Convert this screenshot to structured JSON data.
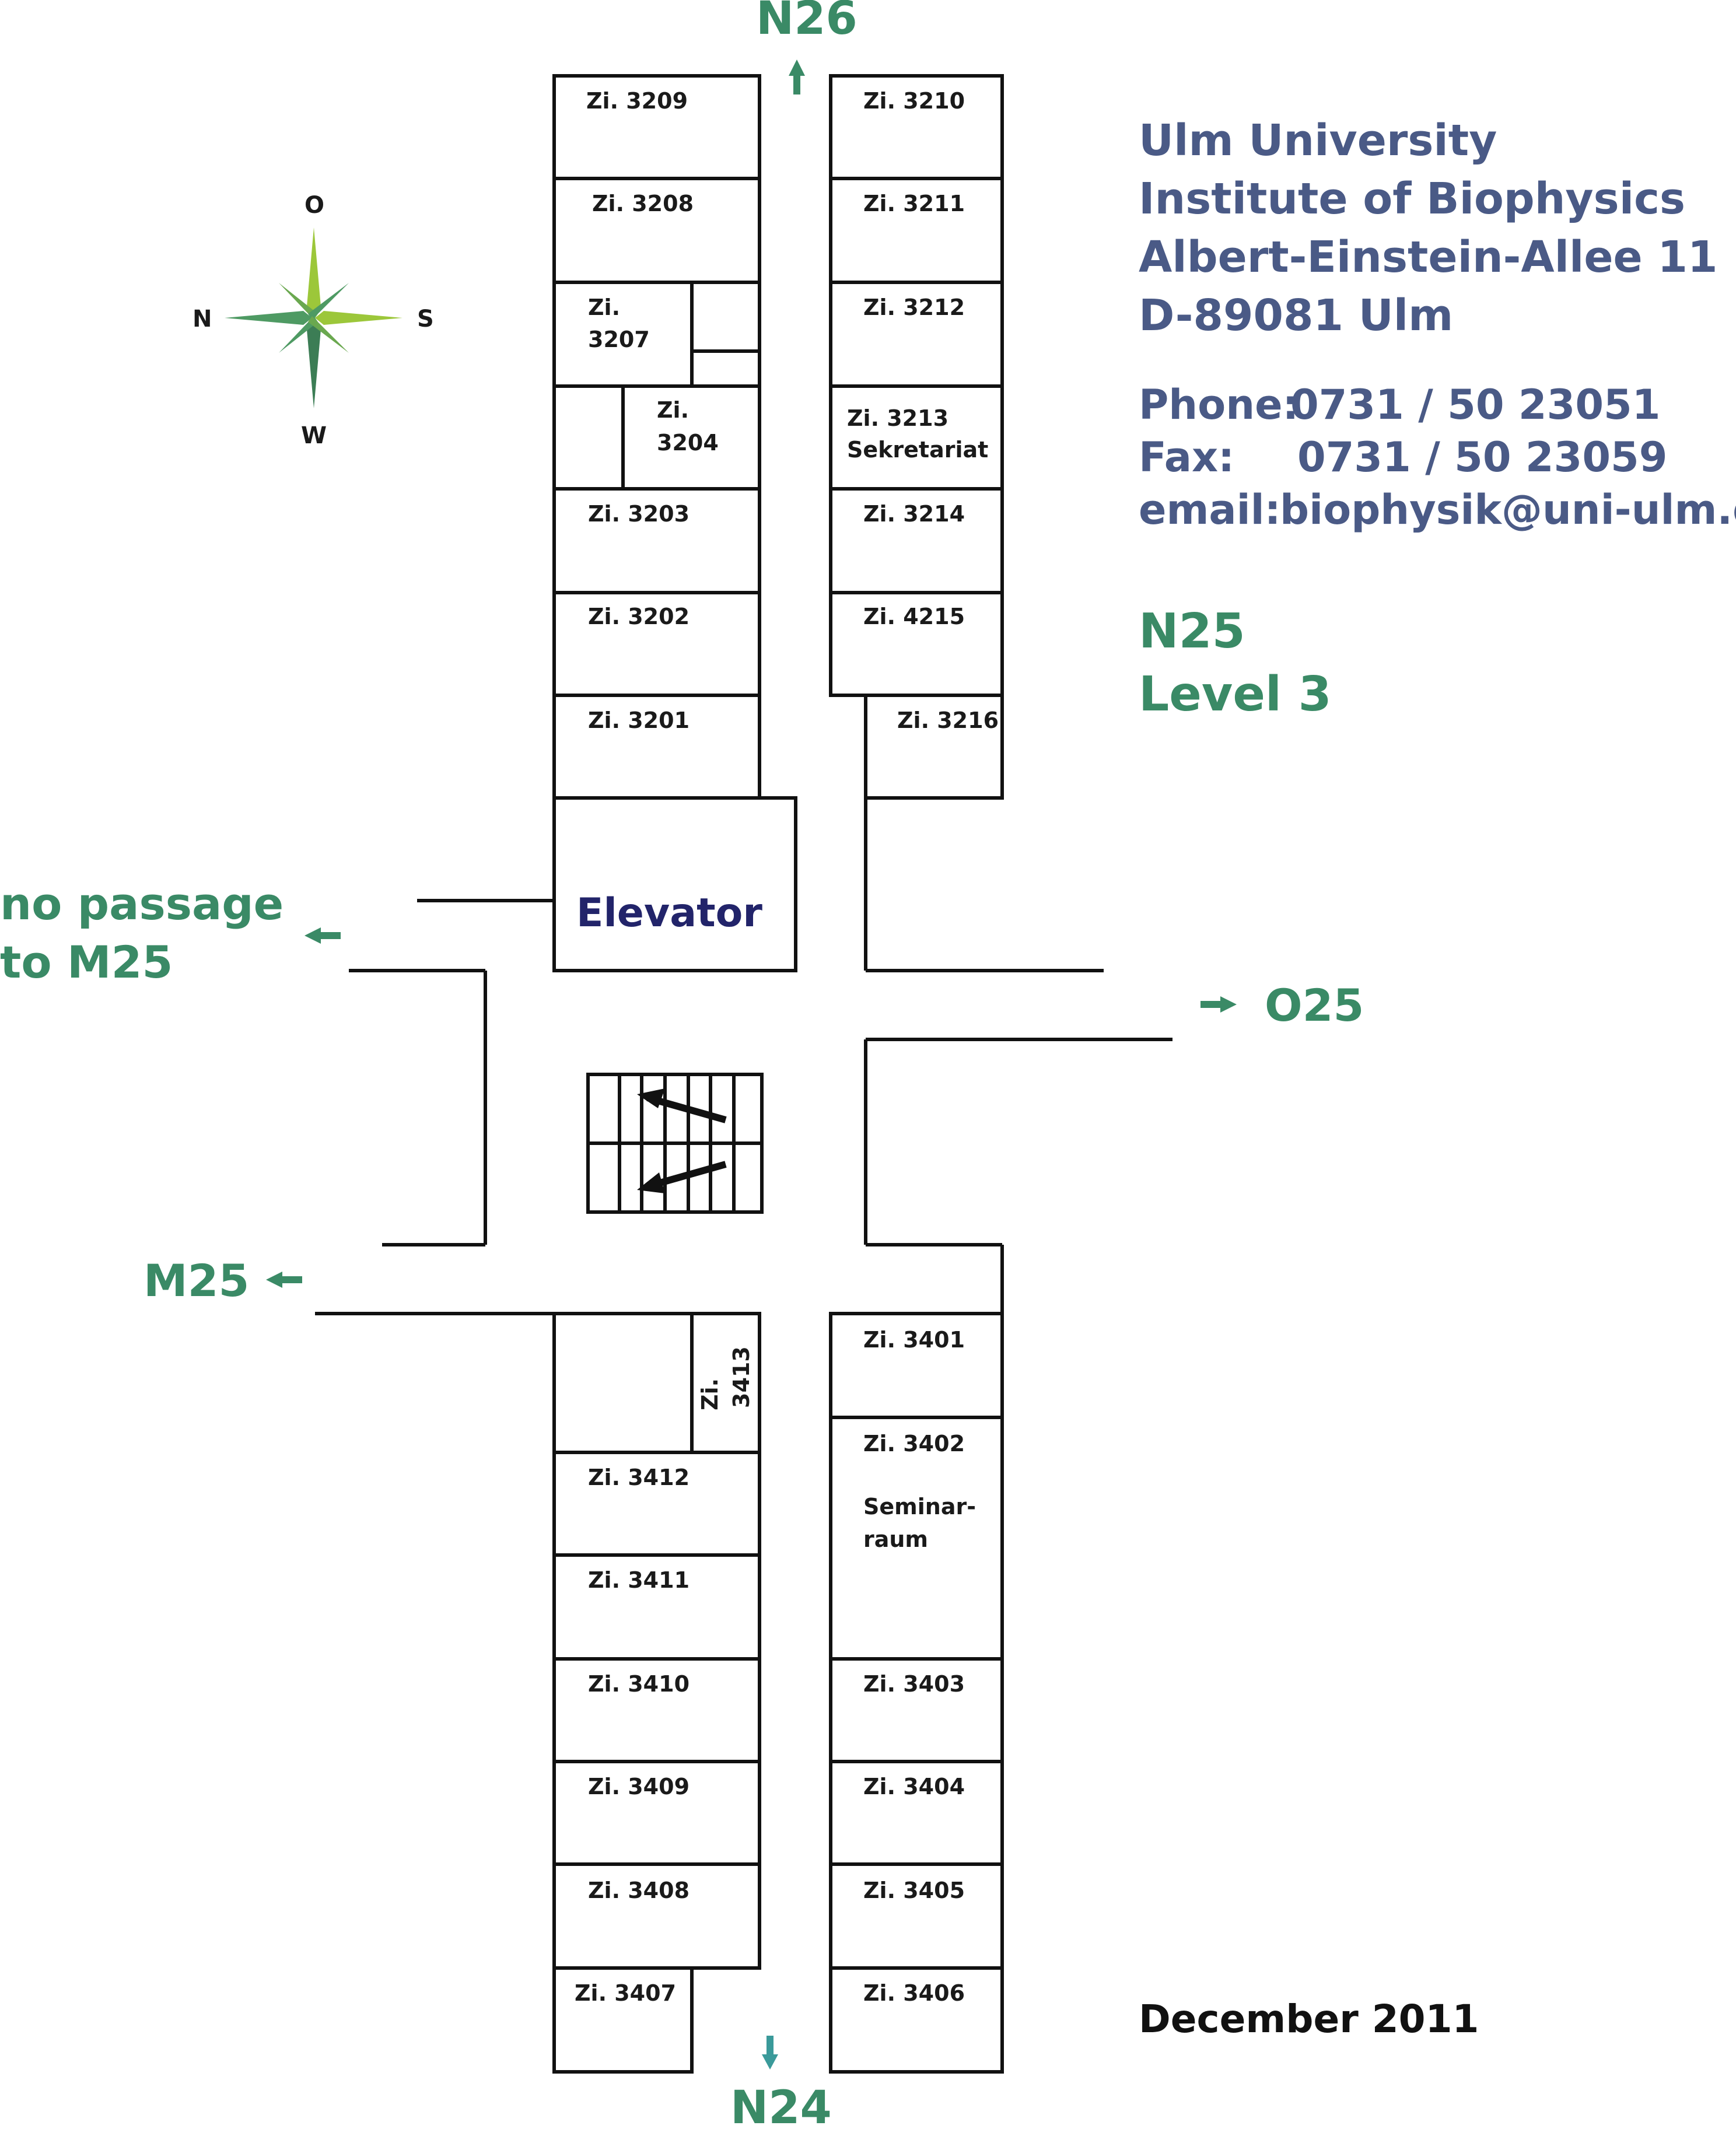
{
  "header": {
    "institution_lines": [
      "Ulm University",
      "Institute of Biophysics",
      "Albert-Einstein-Allee 11",
      "D-89081 Ulm"
    ],
    "phone_label": "Phone:",
    "phone_value": "0731 / 50 23051",
    "fax_label": "Fax:",
    "fax_value": "0731 / 50 23059",
    "email_label": "email:",
    "email_value": "biophysik@uni-ulm.de",
    "building": "N25",
    "level": "Level 3"
  },
  "date": "December 2011",
  "directions": {
    "north": "N26",
    "south": "N24",
    "east": "O25",
    "west": "M25",
    "no_passage_line1": "no passage",
    "no_passage_line2": "to M25"
  },
  "compass": {
    "top": "O",
    "bottom": "W",
    "left": "N",
    "right": "S"
  },
  "elevator": "Elevator",
  "rooms": {
    "r3209": "Zi. 3209",
    "r3208": "Zi. 3208",
    "r3207a": "Zi.",
    "r3207b": "3207",
    "r3204a": "Zi.",
    "r3204b": "3204",
    "r3203": "Zi. 3203",
    "r3202": "Zi. 3202",
    "r3201": "Zi. 3201",
    "r3210": "Zi. 3210",
    "r3211": "Zi. 3211",
    "r3212": "Zi. 3212",
    "r3213a": "Zi. 3213",
    "r3213b": "Sekretariat",
    "r3214": "Zi. 3214",
    "r4215": "Zi. 4215",
    "r3216": "Zi. 3216",
    "r3413a": "Zi.",
    "r3413b": "3413",
    "r3412": "Zi. 3412",
    "r3411": "Zi. 3411",
    "r3410": "Zi. 3410",
    "r3409": "Zi. 3409",
    "r3408": "Zi. 3408",
    "r3407": "Zi. 3407",
    "r3401": "Zi. 3401",
    "r3402": "Zi. 3402",
    "r3402b": "Seminar-",
    "r3402c": "raum",
    "r3403": "Zi. 3403",
    "r3404": "Zi. 3404",
    "r3405": "Zi. 3405",
    "r3406": "Zi. 3406"
  },
  "colors": {
    "green": "#3a8a66",
    "blue": "#4a5a86",
    "elevator": "#22246a",
    "arrow": "#3a8a66"
  }
}
